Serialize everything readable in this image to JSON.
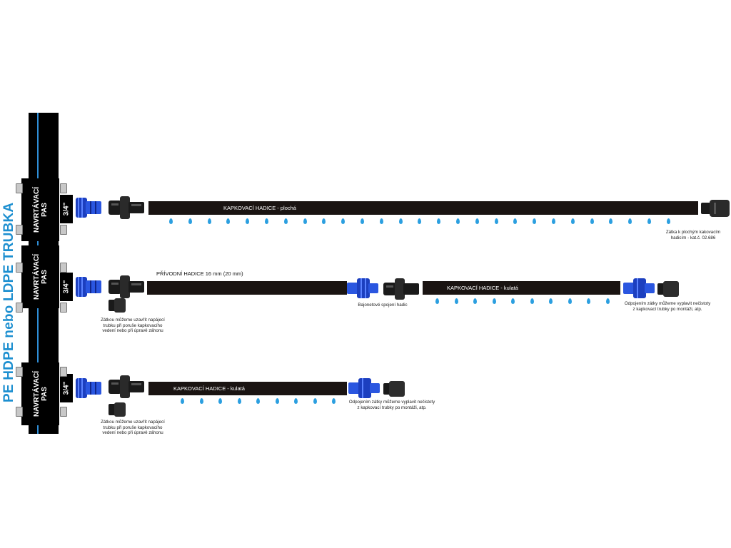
{
  "title": "PE HDPE nebo LDPE TRUBKA",
  "colors": {
    "hose": "#1a1412",
    "accent_blue": "#1d8fd0",
    "drop": "#2b9fe0",
    "pipe": "#000000"
  },
  "branches": [
    {
      "clamp_label": "NAVRTÁVACÍ\nPAS",
      "size_label": "3/4\"",
      "hose_label": "KAPKOVACÍ HADICE - plochá",
      "end_caption": "Zátka k plochým kakovacím\nhadicím - kat.č. 02.686"
    },
    {
      "clamp_label": "NAVRTÁVACÍ\nPAS",
      "size_label": "3/4\"",
      "supply_label": "PŘÍVODNÍ HADICE 16 mm (20 mm)",
      "hose_label": "KAPKOVACÍ HADICE - kulatá",
      "plug_caption": "Zátkou můžeme uzavřít napájecí\ntrubku při poruše kapkovacího\nvedení nebo při úpravě záhonu",
      "bayonet_caption": "Bajonetové spojení hadic",
      "end_caption": "Odpojením zátky můžeme vyplavit nečistoty\nz kapkovací trubky po montáži, atp."
    },
    {
      "clamp_label": "NAVRTÁVACÍ\nPAS",
      "size_label": "3/4\"",
      "hose_label": "KAPKOVACÍ HADICE - kulatá",
      "plug_caption": "Zátkou můžeme uzavřít napájecí\ntrubku při poruše kapkovacího\nvedení nebo při úpravě záhonu",
      "end_caption": "Odpojením zátky můžeme vyplavit nečistoty\nz kapkovací trubky po montáži, atp."
    }
  ]
}
